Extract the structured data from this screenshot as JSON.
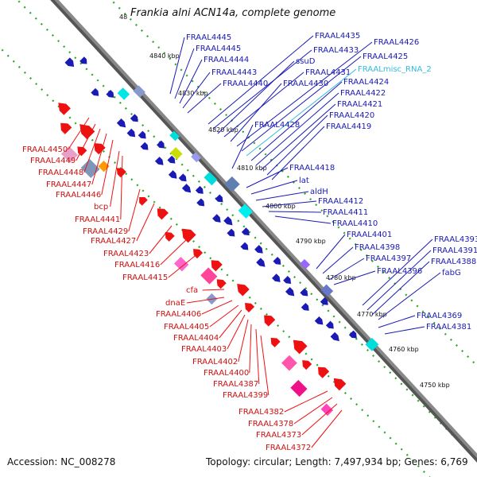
{
  "title": "Frankia alni ACN14a, complete genome",
  "footer": {
    "accession": "Accession: NC_008278",
    "topology": "Topology: circular; Length: 7,497,934 bp; Genes: 6,769"
  },
  "scale_labels": [
    "4840 kbp",
    "4830 kbp",
    "4820 kbp",
    "4810 kbp",
    "4800 kbp",
    "4790 kbp",
    "4780 kbp",
    "4770 kbp",
    "4760 kbp",
    "4750 kbp"
  ],
  "scale_label_partial": "48",
  "top_strand_labels": [
    "FRAAL4445",
    "FRAAL4445",
    "FRAAL4444",
    "FRAAL4443",
    "FRAAL4440",
    "FRAAL4435",
    "FRAAL4433",
    "ssuD",
    "FRAAL4431",
    "FRAAL4430",
    "FRAAL4426",
    "FRAAL4425",
    "FRAALmisc_RNA_2",
    "FRAAL4424",
    "FRAAL4422",
    "FRAAL4421",
    "FRAAL4420",
    "FRAAL4419",
    "FRAAL4428",
    "FRAAL4418",
    "lat",
    "aldH",
    "FRAAL4412",
    "FRAAL4411",
    "FRAAL4410",
    "FRAAL4401",
    "FRAAL4398",
    "FRAAL4397",
    "FRAAL4396",
    "FRAAL4393",
    "FRAAL4391",
    "FRAAL4388",
    "fabG",
    "FRAAL4369",
    "FRAAL4381"
  ],
  "bottom_strand_labels": [
    "FRAAL4450",
    "FRAAL4449",
    "FRAAL4448",
    "FRAAL4447",
    "FRAAL4446",
    "bcp",
    "FRAAL4441",
    "FRAAL4429",
    "FRAAL4427",
    "FRAAL4423",
    "FRAAL4416",
    "FRAAL4415",
    "cfa",
    "dnaE",
    "FRAAL4406",
    "FRAAL4405",
    "FRAAL4404",
    "FRAAL4403",
    "FRAAL4402",
    "FRAAL4400",
    "FRAAL4387",
    "FRAAL4399",
    "FRAAL4382",
    "FRAAL4378",
    "FRAAL4373",
    "FRAAL4372"
  ],
  "colors": {
    "forward_genes": "#1a1ab4",
    "reverse_genes": "#ee1111",
    "backbone": "#888888",
    "guide_dots": "#22aa22",
    "rna": "#33bbdd"
  }
}
